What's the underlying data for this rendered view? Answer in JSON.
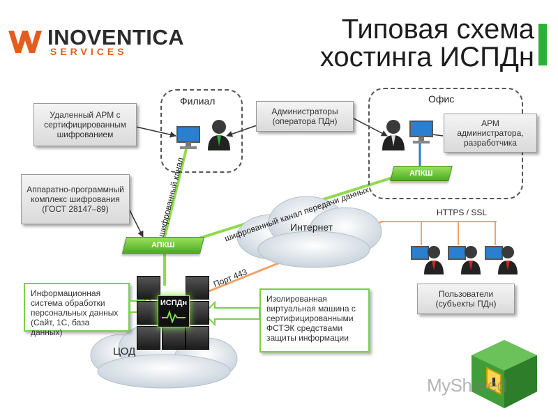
{
  "header": {
    "logo_name": "INOVENTICA",
    "logo_sub": "SERVICES",
    "title_line1": "Типовая схема",
    "title_line2": "хостинга ИСПДн",
    "accent_green": "#2fae3a",
    "accent_orange": "#e35d1e"
  },
  "zones": {
    "branch_label": "Филиал",
    "office_label": "Офис",
    "dc_label": "ЦОД",
    "internet_label": "Интернет"
  },
  "callouts": {
    "remote_arm": "Удаленный АРМ с сертифицированным шифрованием",
    "admins": "Администраторы (оператора ПДн)",
    "arm_admin": "АРМ администратора, разработчика",
    "crypto_complex": "Аппаратно-программный комплекс шифрования (ГОСТ 28147–89)",
    "info_system": "Информационная система обработки персональных данных (Сайт, 1С, база данных)",
    "isolated_vm": "Изолированная виртуальная машина с сертифицированными ФСТЭК средствами защиты информации",
    "users": "Пользователи (субъекты ПДн)"
  },
  "devices": {
    "apksh_label": "АПКШ",
    "server_label": "ИСПДн"
  },
  "links": {
    "encrypted_channel": "шифрованный канал",
    "encrypted_data_channel": "шифрованный канал передачи данных",
    "port": "Порт 443",
    "https": "HTTPS / SSL",
    "encrypted_color": "#8fd94e",
    "public_color": "#f0a36b"
  },
  "watermark": "MyShared"
}
